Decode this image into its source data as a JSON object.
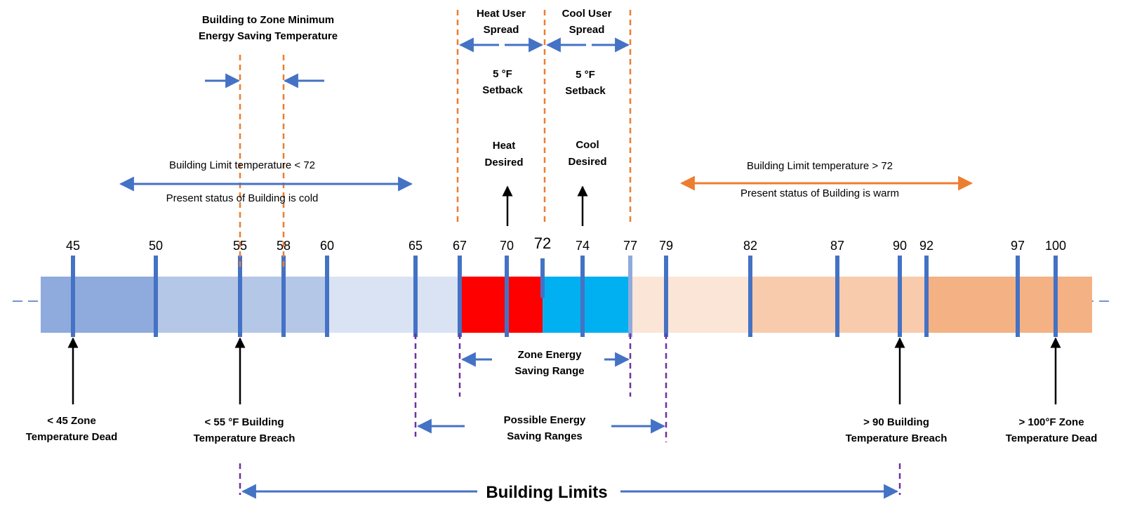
{
  "colors": {
    "blue_line": "#4472C4",
    "orange_dash": "#ED7D31",
    "purple_dash": "#7030A0",
    "heat_red": "#FF0000",
    "cool_cyan": "#00B0F0",
    "cold_band_1": "#8FAADC",
    "cold_band_2": "#B4C7E7",
    "cold_band_3": "#DAE3F3",
    "warm_band_1": "#FBE5D6",
    "warm_band_2": "#F8CBAD",
    "warm_band_3": "#F4B183",
    "arrow_black": "#000000"
  },
  "scale": {
    "tick_values": [
      45,
      50,
      55,
      58,
      60,
      65,
      67,
      70,
      72,
      74,
      77,
      79,
      82,
      87,
      90,
      92,
      97,
      100
    ],
    "bands": [
      {
        "from": 45,
        "to": 50,
        "color_key": "cold_band_1"
      },
      {
        "from": 50,
        "to": 60,
        "color_key": "cold_band_2"
      },
      {
        "from": 60,
        "to": 67,
        "color_key": "cold_band_3"
      },
      {
        "from": 67,
        "to": 72,
        "color_key": "heat_red"
      },
      {
        "from": 72,
        "to": 77,
        "color_key": "cool_cyan"
      },
      {
        "from": 77,
        "to": 82,
        "color_key": "warm_band_1"
      },
      {
        "from": 82,
        "to": 92,
        "color_key": "warm_band_2"
      },
      {
        "from": 92,
        "to": 100,
        "color_key": "warm_band_3"
      }
    ]
  },
  "labels": {
    "min_energy_title_1": "Building to Zone Minimum",
    "min_energy_title_2": "Energy Saving Temperature",
    "heat_spread_1": "Heat User",
    "heat_spread_2": "Spread",
    "cool_spread_1": "Cool User",
    "cool_spread_2": "Spread",
    "heat_setback_1": "5 °F",
    "heat_setback_2": "Setback",
    "cool_setback_1": "5 °F",
    "cool_setback_2": "Setback",
    "heat_desired_1": "Heat",
    "heat_desired_2": "Desired",
    "cool_desired_1": "Cool",
    "cool_desired_2": "Desired",
    "cold_limit": "Building Limit temperature < 72",
    "cold_status": "Present status of Building is cold",
    "warm_limit": "Building Limit temperature > 72",
    "warm_status": "Present status of Building is warm",
    "zone_range_1": "Zone Energy",
    "zone_range_2": "Saving Range",
    "possible_range_1": "Possible Energy",
    "possible_range_2": "Saving Ranges",
    "dead_low_1": "< 45 Zone",
    "dead_low_2": "Temperature Dead",
    "breach_low_1": "< 55 °F Building",
    "breach_low_2": "Temperature Breach",
    "breach_high_1": "> 90 Building",
    "breach_high_2": "Temperature Breach",
    "dead_high_1": "> 100°F Zone",
    "dead_high_2": "Temperature Dead",
    "building_limits": "Building Limits"
  }
}
